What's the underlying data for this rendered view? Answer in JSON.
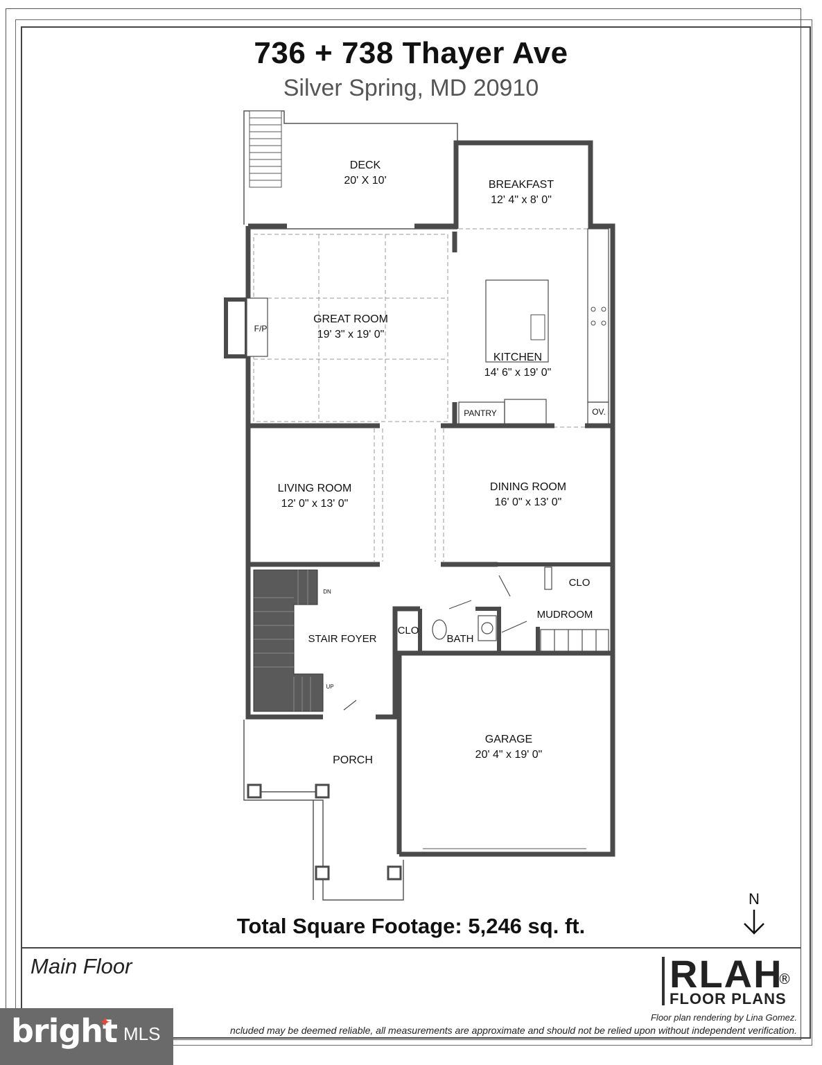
{
  "header": {
    "address": "736 + 738 Thayer Ave",
    "city": "Silver Spring, MD 20910"
  },
  "rooms": {
    "deck": {
      "name": "DECK",
      "size": "20' X 10'"
    },
    "breakfast": {
      "name": "BREAKFAST",
      "size": "12' 4\" x 8' 0\""
    },
    "great_room": {
      "name": "GREAT ROOM",
      "size": "19' 3\" x 19' 0\""
    },
    "fireplace": "F/P",
    "kitchen": {
      "name": "KITCHEN",
      "size": "14' 6\" x 19' 0\""
    },
    "pantry": "PANTRY",
    "oven": "OV.",
    "living_room": {
      "name": "LIVING ROOM",
      "size": "12' 0\" x 13' 0\""
    },
    "dining_room": {
      "name": "DINING ROOM",
      "size": "16' 0\" x 13' 0\""
    },
    "stair_down": "DN",
    "stair_up": "UP",
    "stair_foyer": "STAIR FOYER",
    "clo_foyer": "CLO",
    "bath": "BATH",
    "clo_mudroom": "CLO",
    "mudroom": "MUDROOM",
    "garage": {
      "name": "GARAGE",
      "size": "20' 4\" x 19' 0\""
    },
    "porch": "PORCH"
  },
  "total": "Total Square Footage: 5,246 sq. ft.",
  "north": "N",
  "footer": {
    "floor": "Main Floor",
    "logo": "RLAH",
    "logo_reg": "®",
    "logo_sub": "FLOOR PLANS",
    "credit": "Floor plan rendering by Lina Gomez.",
    "disclaimer": "ncluded may be deemed reliable, all measurements are approximate and should not be relied upon without independent verification."
  },
  "watermark": {
    "brand": "bright",
    "suffix": "MLS"
  },
  "colors": {
    "wall": "#4a4a4a",
    "stair": "#5a5a5a",
    "dash": "#999999"
  }
}
